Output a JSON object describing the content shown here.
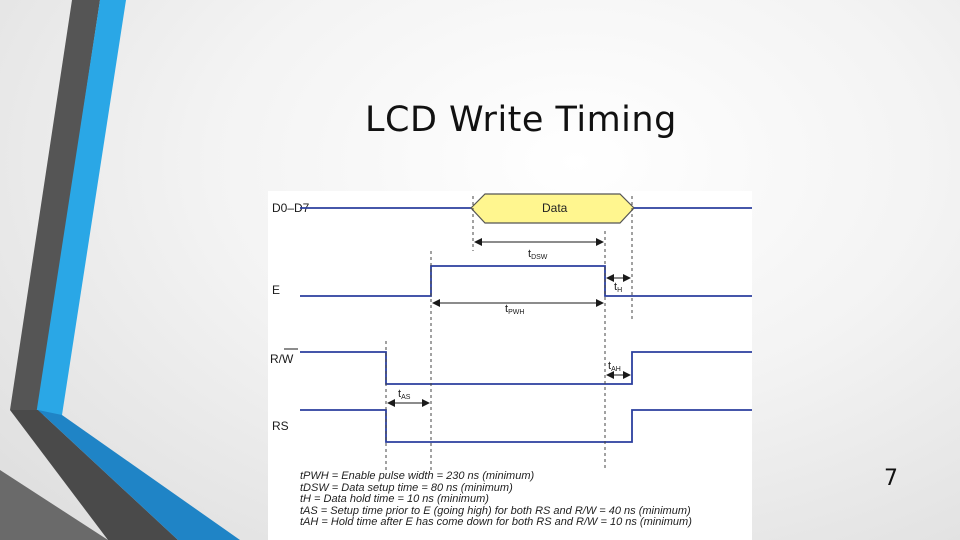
{
  "slide": {
    "title": "LCD Write Timing",
    "page_number": "7"
  },
  "diagram": {
    "signals": [
      "D0–D7",
      "E",
      "R/W",
      "RS"
    ],
    "data_label": "Data",
    "timing_labels": [
      {
        "base": "t",
        "sub": "DSW"
      },
      {
        "base": "t",
        "sub": "H"
      },
      {
        "base": "t",
        "sub": "PWH"
      },
      {
        "base": "t",
        "sub": "AH"
      },
      {
        "base": "t",
        "sub": "AS"
      }
    ],
    "legend": [
      "tPWH = Enable pulse width = 230 ns (minimum)",
      "tDSW = Data setup time = 80 ns (minimum)",
      "tH = Data hold time = 10 ns (minimum)",
      "tAS = Setup time prior to E (going high) for both RS and R/W = 40 ns (minimum)",
      "tAH = Hold time after E has come down for both RS and R/W = 10 ns (minimum)"
    ]
  },
  "colors": {
    "signal_line": "#2b3f9e",
    "data_fill": "#fff68f",
    "accent_blue": "#29a3e3",
    "accent_gray": "#5a5a5a"
  }
}
